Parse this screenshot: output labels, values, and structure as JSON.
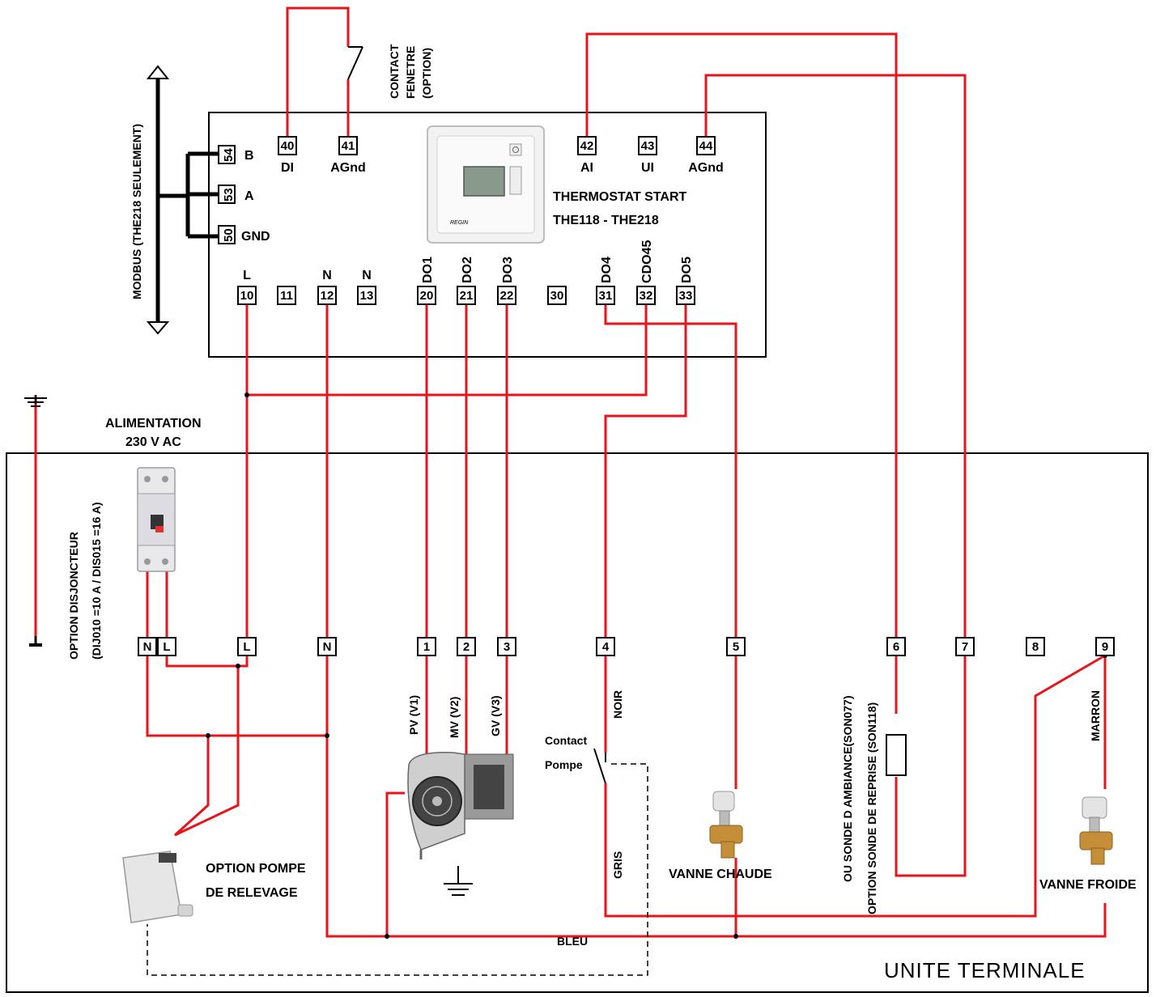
{
  "modbus_label": "MODBUS (THE218 SEULEMENT)",
  "contact_fenetre": [
    "CONTACT",
    "FENETRE",
    "(OPTION)"
  ],
  "thermostat": {
    "name": "THERMOSTAT START",
    "models": "THE118 - THE218",
    "brand": "REGIN"
  },
  "terminals_top": [
    {
      "num": "40",
      "label": "DI"
    },
    {
      "num": "41",
      "label": "AGnd"
    },
    {
      "num": "42",
      "label": "AI"
    },
    {
      "num": "43",
      "label": "UI"
    },
    {
      "num": "44",
      "label": "AGnd"
    }
  ],
  "terminals_bus": [
    {
      "num": "54",
      "label": "B"
    },
    {
      "num": "53",
      "label": "A"
    },
    {
      "num": "50",
      "label": "GND"
    }
  ],
  "terminals_bottom": [
    {
      "num": "10",
      "label": "L"
    },
    {
      "num": "11",
      "label": ""
    },
    {
      "num": "12",
      "label": "N"
    },
    {
      "num": "13",
      "label": "N"
    },
    {
      "num": "20",
      "label": "DO1"
    },
    {
      "num": "21",
      "label": "DO2"
    },
    {
      "num": "22",
      "label": "DO3"
    },
    {
      "num": "30",
      "label": ""
    },
    {
      "num": "31",
      "label": "DO4"
    },
    {
      "num": "32",
      "label": "CDO45"
    },
    {
      "num": "33",
      "label": "DO5"
    }
  ],
  "alimentation": [
    "ALIMENTATION",
    "230 V AC"
  ],
  "option_disjoncteur": [
    "OPTION DISJONCTEUR",
    "(DIJ010 =10 A / DIS015 =16 A)"
  ],
  "terminals_unit": [
    "N",
    "L",
    "L",
    "N",
    "1",
    "2",
    "3",
    "4",
    "5",
    "6",
    "7",
    "8",
    "9"
  ],
  "fan_labels": [
    "PV (V1)",
    "MV (V2)",
    "GV (V3)"
  ],
  "contact_pompe": [
    "Contact",
    "Pompe"
  ],
  "wire_colors": {
    "noir": "NOIR",
    "gris": "GRIS",
    "bleu": "BLEU",
    "marron": "MARRON"
  },
  "vanne_chaude": "VANNE CHAUDE",
  "vanne_froide": "VANNE FROIDE",
  "pompe_relevage": [
    "OPTION POMPE",
    "DE RELEVAGE"
  ],
  "sonde": [
    "OU SONDE D AMBIANCE(SON077)",
    "OPTION SONDE DE REPRISE (SON118)"
  ],
  "unit_title": "UNITE TERMINALE",
  "colors": {
    "wire": "#e8131b",
    "line": "#000000",
    "background": "#ffffff"
  }
}
